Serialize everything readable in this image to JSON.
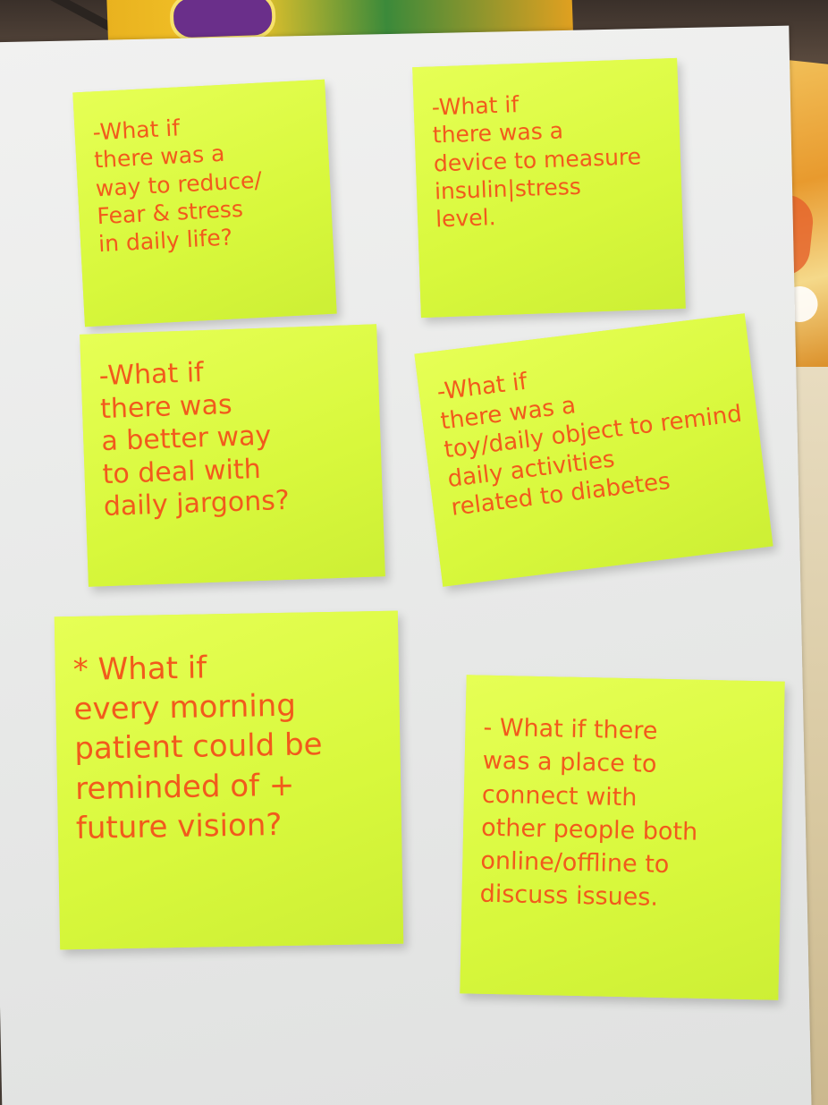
{
  "notes": [
    {
      "lines": [
        "-What if",
        "there was a",
        "way to reduce/",
        "Fear & stress",
        "in daily life?"
      ]
    },
    {
      "lines": [
        "-What if",
        "there was a",
        "device to measure",
        "insulin|stress",
        "level."
      ]
    },
    {
      "lines": [
        "-What if",
        "there was",
        "a better way",
        "to deal with",
        "daily jargons?"
      ]
    },
    {
      "lines": [
        "-What if",
        "there was a",
        "toy/daily object to remind",
        "daily activities",
        "related to diabetes"
      ]
    },
    {
      "lines": [
        "* What if",
        "every morning",
        "patient could be",
        "reminded of +",
        "future vision?"
      ]
    },
    {
      "lines": [
        "- What if there",
        "was a place to",
        "connect with",
        "other people both",
        "online/offline to",
        "discuss issues."
      ]
    }
  ],
  "colors": {
    "note": "#defc44",
    "ink": "#f25a1c",
    "paper": "#ececeb"
  }
}
